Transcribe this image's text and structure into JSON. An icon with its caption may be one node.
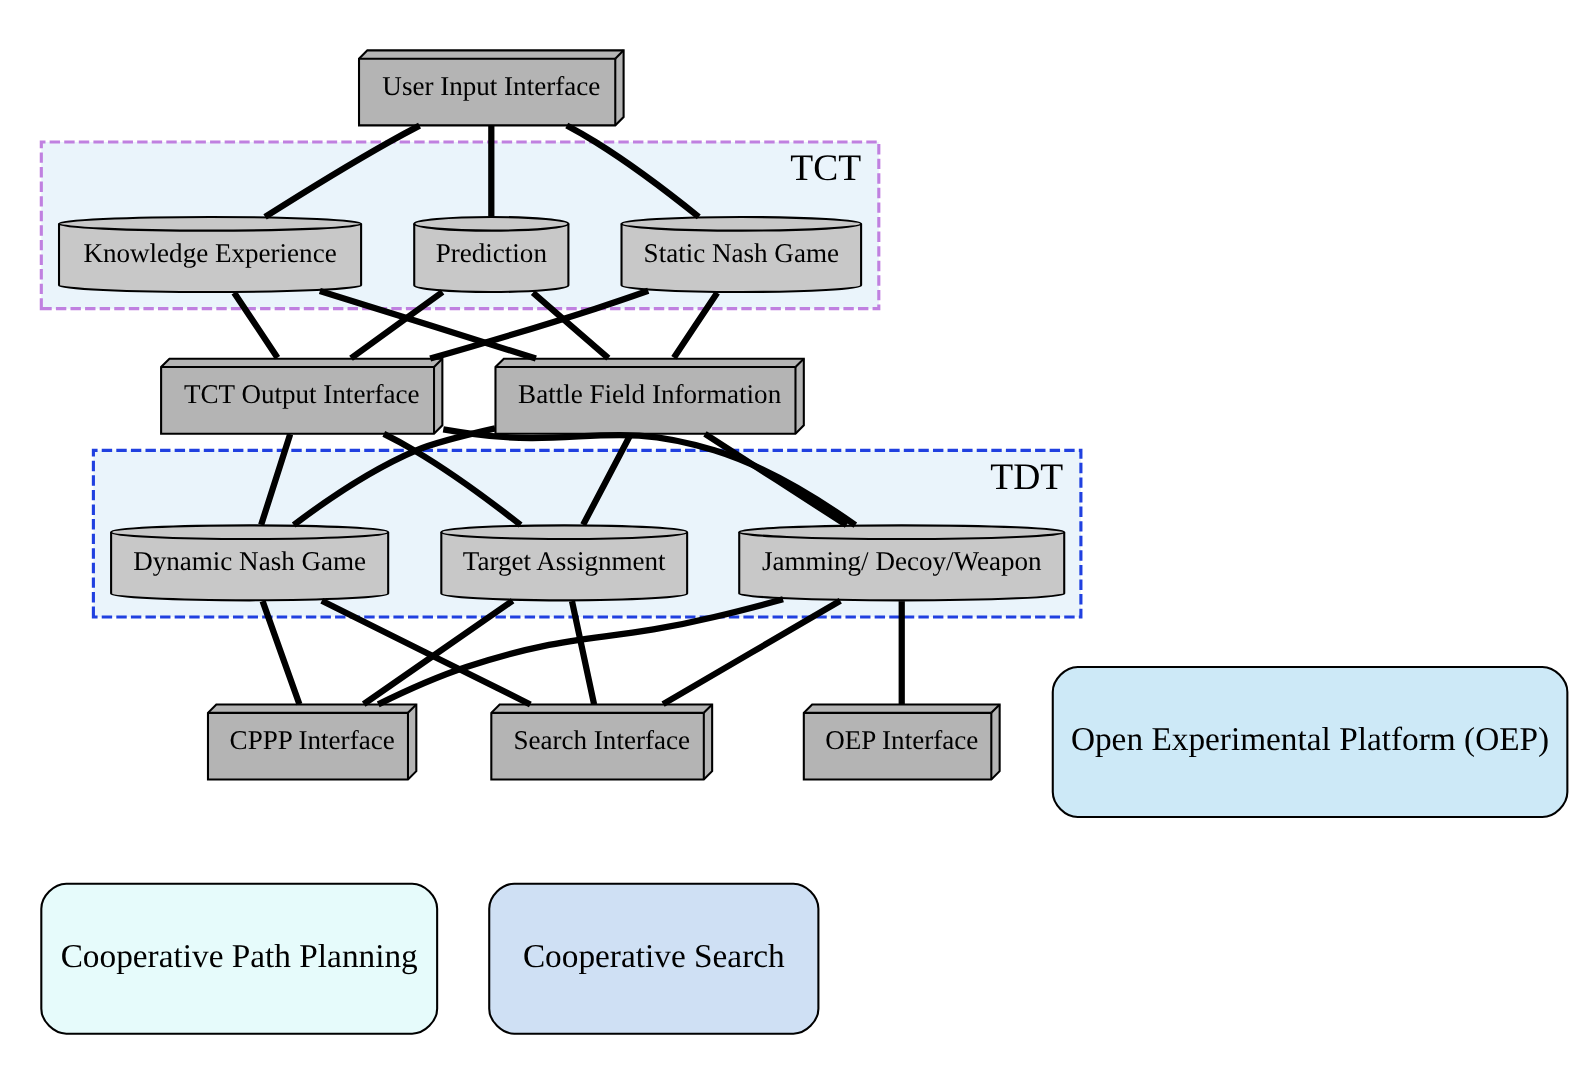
{
  "diagram": {
    "nodes": [
      {
        "text": [
          "TCT"
        ]
      },
      {
        "text": [
          "User Input Interface"
        ]
      },
      {
        "text": [
          "Static Nash Game"
        ],
        "in": 0
      },
      {
        "text": [
          "Knowledge Experience"
        ],
        "in": 0
      },
      {
        "text": [
          "Prediction"
        ],
        "in": 0
      },
      {
        "text": [
          "TCT Output Interface"
        ]
      },
      {
        "text": [
          "Battle Field Information"
        ]
      },
      {
        "text": [
          "TDT"
        ]
      },
      {
        "text": [
          "Dynamic Nash Game"
        ],
        "in": 7
      },
      {
        "text": [
          "Target Assignment"
        ],
        "in": 7
      },
      {
        "text": [
          "Jamming/ Decoy/Weapon"
        ],
        "in": 7
      },
      {
        "text": [
          "OEP Interface"
        ]
      },
      {
        "text": [
          "Open Experimental Platform (OEP)"
        ]
      },
      {
        "text": [
          "CPPP Interface"
        ]
      },
      {
        "text": [
          "Search Interface"
        ]
      },
      {
        "text": [
          "Cooperative Path Planning"
        ]
      },
      {
        "text": [
          "Cooperative Search"
        ]
      }
    ],
    "edges": [
      {
        "from": 1,
        "to": 2,
        "arrow": "none"
      },
      {
        "from": 1,
        "to": 3,
        "arrow": "none"
      },
      {
        "from": 1,
        "to": 4,
        "arrow": "none"
      },
      {
        "from": 2,
        "to": 5,
        "arrow": "none"
      },
      {
        "from": 3,
        "to": 5,
        "arrow": "none"
      },
      {
        "from": 4,
        "to": 5,
        "arrow": "none"
      },
      {
        "from": 2,
        "to": 6,
        "arrow": "none"
      },
      {
        "from": 3,
        "to": 6,
        "arrow": "none"
      },
      {
        "from": 4,
        "to": 6,
        "arrow": "none"
      },
      {
        "from": 5,
        "to": 8,
        "arrow": "none"
      },
      {
        "from": 5,
        "to": 9,
        "arrow": "none"
      },
      {
        "from": 5,
        "to": 10,
        "arrow": "none"
      },
      {
        "from": 6,
        "to": 8,
        "arrow": "none"
      },
      {
        "from": 6,
        "to": 9,
        "arrow": "none"
      },
      {
        "from": 6,
        "to": 10,
        "arrow": "none"
      },
      {
        "from": 8,
        "to": 13,
        "arrow": "none"
      },
      {
        "from": 9,
        "to": 13,
        "arrow": "none"
      },
      {
        "from": 10,
        "to": 13,
        "arrow": "none"
      },
      {
        "from": 8,
        "to": 14,
        "arrow": "none"
      },
      {
        "from": 9,
        "to": 14,
        "arrow": "none"
      },
      {
        "from": 10,
        "to": 14,
        "arrow": "none"
      },
      {
        "from": 10,
        "to": 11,
        "arrow": "none"
      }
    ]
  }
}
